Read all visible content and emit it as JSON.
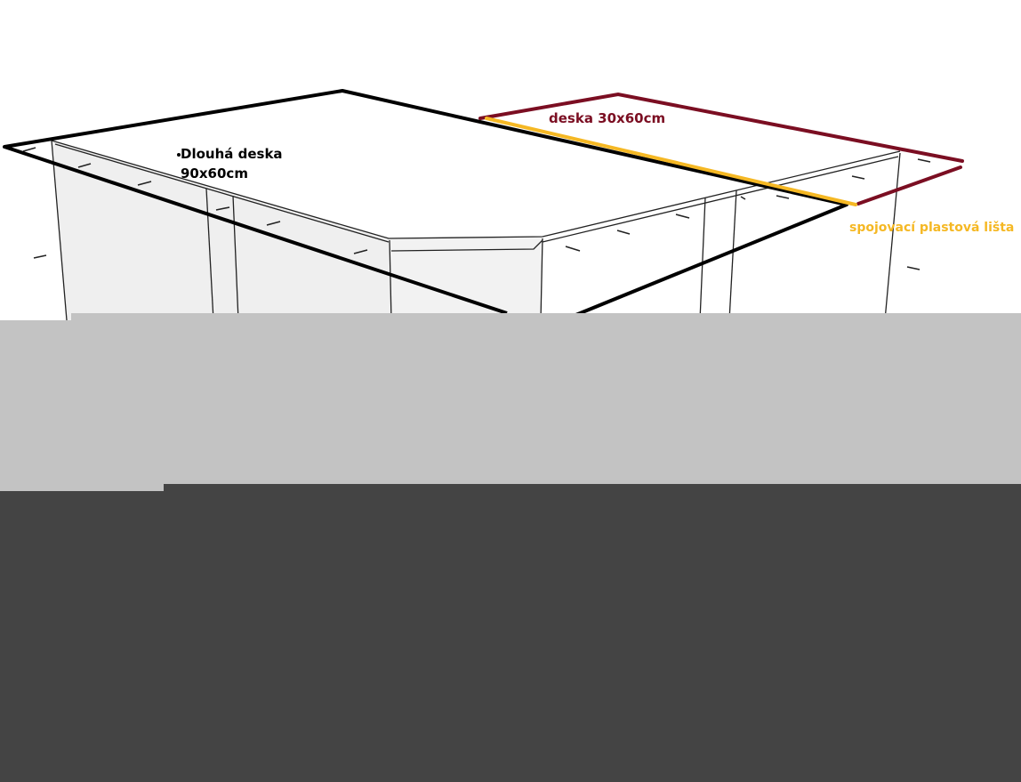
{
  "labels": {
    "long_desk_line1": "Dlouhá deska",
    "long_desk_line2": "90x60cm",
    "short_desk": "deska 30x60cm",
    "joint_strip": "spojovací plastová lišta"
  },
  "colors": {
    "long_desk_outline": "#000000",
    "short_desk_outline": "#7b0e22",
    "joint_strip": "#f5b824",
    "redaction_light": "#c3c3c3",
    "redaction_dark": "#444444"
  }
}
